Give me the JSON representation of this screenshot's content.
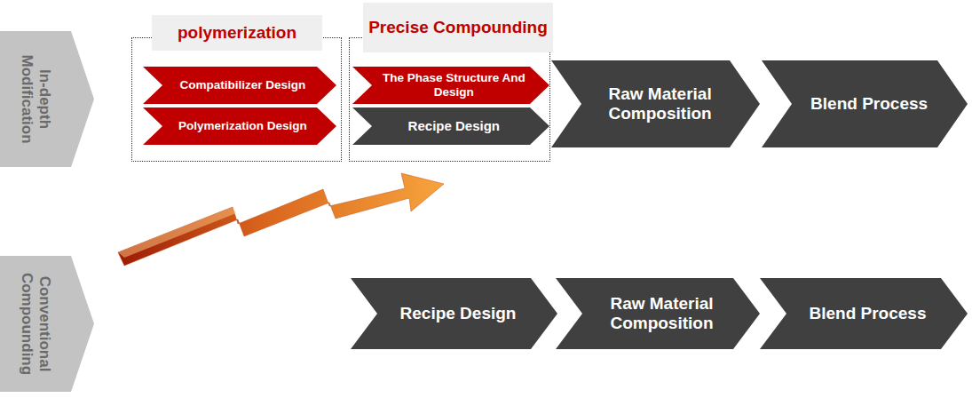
{
  "diagram": {
    "nodes": [
      {
        "text": [
          "In-depth Modification"
        ]
      },
      {
        "text": [
          "polymerization"
        ]
      },
      {
        "text": [
          "Compatibilizer Design"
        ],
        "in": 1
      },
      {
        "text": [
          "Polymerization Design"
        ],
        "in": 1
      },
      {
        "text": [
          "Precise Compounding"
        ]
      },
      {
        "text": [
          "The Phase Structure And Design"
        ],
        "in": 4
      },
      {
        "text": [
          "Recipe Design"
        ],
        "in": 4
      },
      {
        "text": [
          "Raw Material Composition"
        ]
      },
      {
        "text": [
          "Blend Process"
        ]
      },
      {
        "text": [
          "Conventional Compounding"
        ]
      },
      {
        "text": [
          "Recipe Design"
        ]
      },
      {
        "text": [
          "Raw Material Composition"
        ]
      },
      {
        "text": [
          "Blend Process"
        ]
      }
    ]
  }
}
